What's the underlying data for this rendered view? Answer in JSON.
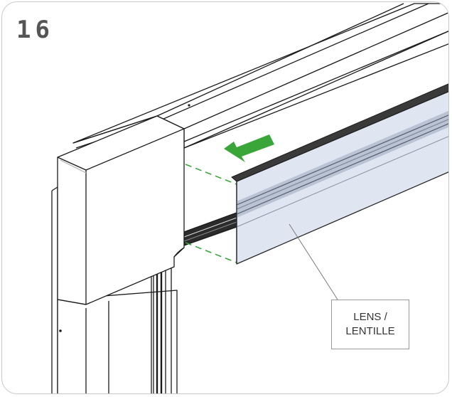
{
  "step": {
    "number": "16"
  },
  "callout": {
    "line1": "LENS /",
    "line2": "LENTILLE"
  },
  "colors": {
    "arrow": "#3aa63a",
    "guide_dash": "#3aa63a",
    "lens_fill": "#dfe6f2",
    "lens_edge": "#2b2b2b",
    "frame_border": "#c8c8c8",
    "line_art": "#1a1a1a"
  },
  "icons": {
    "insert_direction": "insert-arrow-icon"
  }
}
